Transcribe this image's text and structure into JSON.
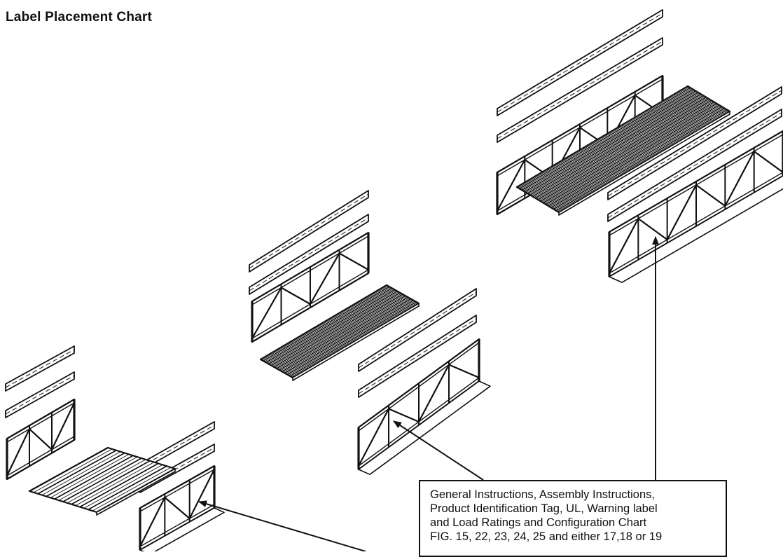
{
  "title": "Label Placement Chart",
  "callout": {
    "lines": [
      "General Instructions, Assembly Instructions,",
      "Product Identification Tag, UL, Warning label",
      "and Load Ratings and Configuration Chart",
      "FIG. 15, 22, 23, 24, 25 and either 17,18 or 19"
    ]
  },
  "assemblies": [
    {
      "name": "small-platform-assembly"
    },
    {
      "name": "medium-platform-assembly"
    },
    {
      "name": "large-platform-assembly"
    }
  ]
}
